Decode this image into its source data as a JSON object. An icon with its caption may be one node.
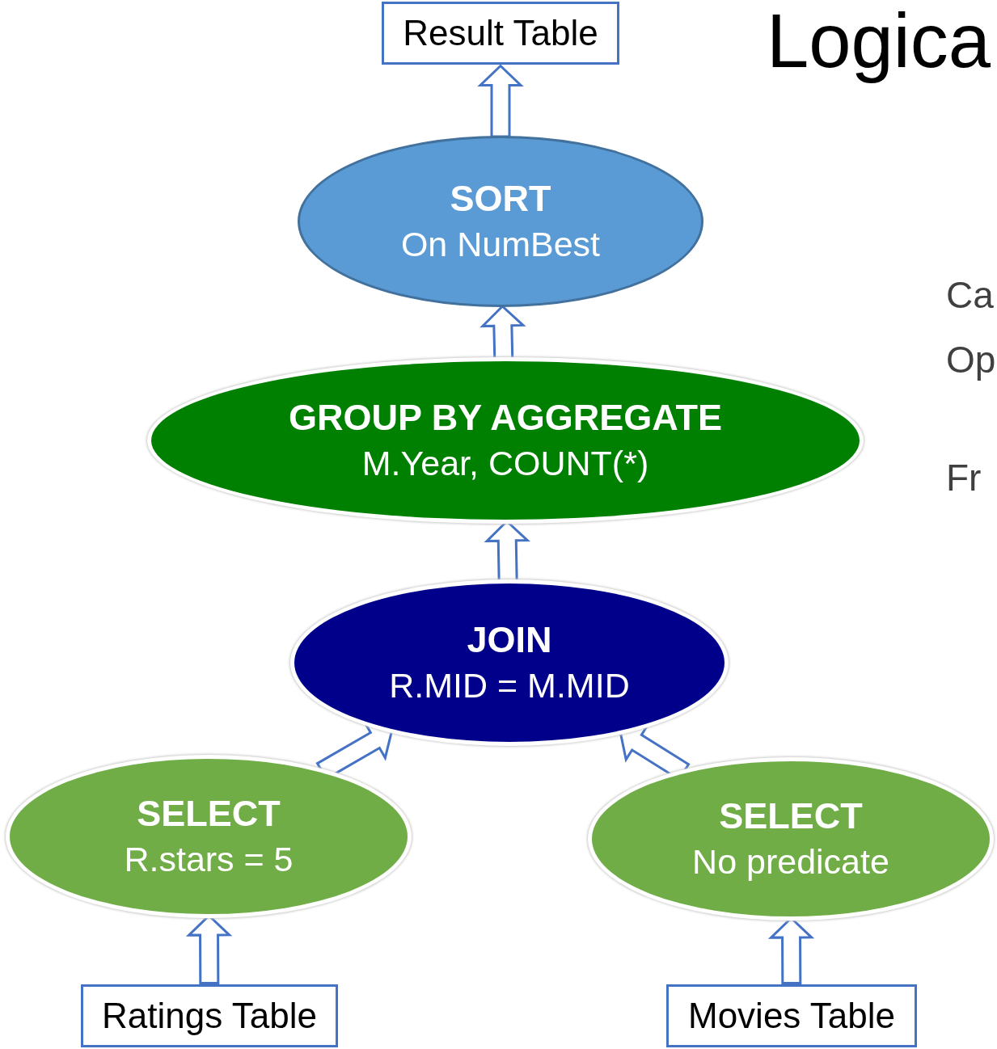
{
  "diagram": {
    "nodes": [
      {
        "text": [
          "Result Table"
        ]
      },
      {
        "text": [
          "SORT",
          "On NumBest"
        ]
      },
      {
        "text": [
          "GROUP BY AGGREGATE",
          "M.Year, COUNT(*)"
        ]
      },
      {
        "text": [
          "JOIN",
          "R.MID = M.MID"
        ]
      },
      {
        "text": [
          "SELECT",
          "R.stars = 5"
        ]
      },
      {
        "text": [
          "SELECT",
          "No predicate"
        ]
      },
      {
        "text": [
          "Ratings Table"
        ]
      },
      {
        "text": [
          "Movies Table"
        ]
      }
    ],
    "edges": [
      {
        "from": 1,
        "to": 0,
        "arrow": "to"
      },
      {
        "from": 2,
        "to": 1,
        "arrow": "to"
      },
      {
        "from": 3,
        "to": 2,
        "arrow": "to"
      },
      {
        "from": 4,
        "to": 3,
        "arrow": "to"
      },
      {
        "from": 5,
        "to": 3,
        "arrow": "to"
      },
      {
        "from": 6,
        "to": 4,
        "arrow": "to"
      },
      {
        "from": 7,
        "to": 5,
        "arrow": "to"
      }
    ],
    "labels": [
      "Logica",
      "Ca",
      "Op",
      "Fr"
    ]
  }
}
